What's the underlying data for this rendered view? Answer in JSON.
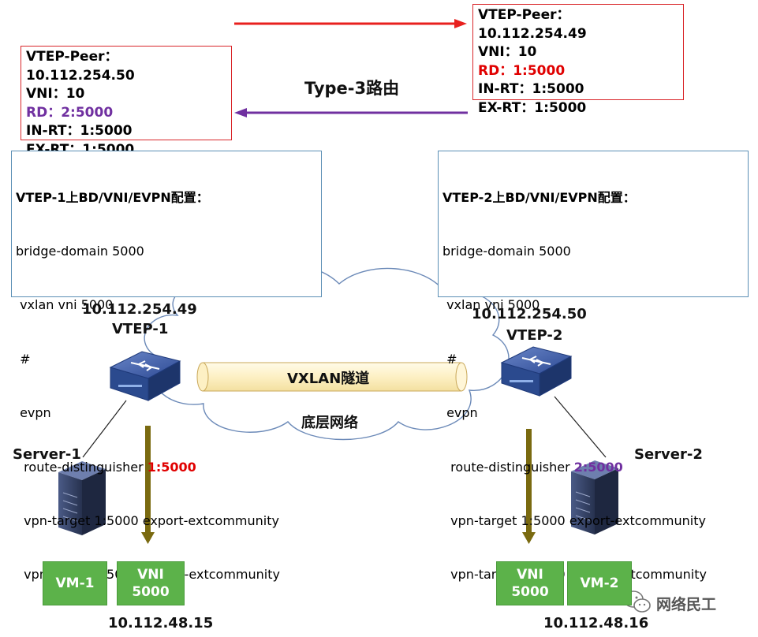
{
  "right_peer": {
    "peer": "VTEP-Peer：10.112.254.49",
    "vni": "VNI：10",
    "rd": "RD：1:5000",
    "in_rt": "IN-RT：1:5000",
    "ex_rt": "EX-RT：1:5000"
  },
  "left_peer": {
    "peer": "VTEP-Peer：10.112.254.50",
    "vni": "VNI：10",
    "rd": "RD：2:5000",
    "in_rt": "IN-RT：1:5000",
    "ex_rt": "EX-RT：1:5000"
  },
  "route_label": "Type-3路由",
  "vtep1_config": {
    "title": "VTEP-1上BD/VNI/EVPN配置：",
    "line1": "bridge-domain 5000",
    "line2": " vxlan vni 5000",
    "line3": " #",
    "line4": " evpn",
    "line5_prefix": "  route-distinguisher ",
    "line5_value": "1:5000",
    "line6": "  vpn-target 1:5000 export-extcommunity",
    "line7": "  vpn-target 1:5000 import-extcommunity"
  },
  "vtep2_config": {
    "title": "VTEP-2上BD/VNI/EVPN配置：",
    "line1": "bridge-domain 5000",
    "line2": " vxlan vni 5000",
    "line3": " #",
    "line4": " evpn",
    "line5_prefix": "  route-distinguisher ",
    "line5_value": "2:5000",
    "line6": "  vpn-target 1:5000 export-extcommunity",
    "line7": "  vpn-target 1:5000 import-extcommunity"
  },
  "vtep1": {
    "ip": "10.112.254.49",
    "name": "VTEP-1"
  },
  "vtep2": {
    "ip": "10.112.254.50",
    "name": "VTEP-2"
  },
  "tunnel_label": "VXLAN隧道",
  "underlay_label": "底层网络",
  "server1": "Server-1",
  "server2": "Server-2",
  "vm1": "VM-1",
  "vm2": "VM-2",
  "vni_left": {
    "line1": "VNI",
    "line2": "5000"
  },
  "vni_right": {
    "line1": "VNI",
    "line2": "5000"
  },
  "ip_left": "10.112.48.15",
  "ip_right": "10.112.48.16",
  "watermark": "网络民工",
  "icons": {
    "switch": "switch-icon",
    "server": "server-icon",
    "cloud": "cloud-icon",
    "tunnel": "tunnel-icon",
    "wechat": "wechat-icon"
  },
  "colors": {
    "red_arrow": "#e8201e",
    "purple_arrow": "#7030a0",
    "down_arrow": "#7a6a10",
    "vm_green": "#5cb24a",
    "rd_red": "#e00000",
    "rd_purple": "#7030a0"
  }
}
